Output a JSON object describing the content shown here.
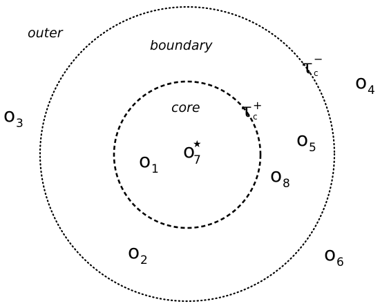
{
  "regions": {
    "outer": "outer",
    "boundary": "boundary",
    "core": "core"
  },
  "thresholds": {
    "tau_minus": {
      "symbol": "τ",
      "sub": "c",
      "sup": "−"
    },
    "tau_plus": {
      "symbol": "τ",
      "sub": "c",
      "sup": "+"
    }
  },
  "objects": [
    {
      "letter": "o",
      "index": "1"
    },
    {
      "letter": "o",
      "index": "2"
    },
    {
      "letter": "o",
      "index": "3"
    },
    {
      "letter": "o",
      "index": "4"
    },
    {
      "letter": "o",
      "index": "5"
    },
    {
      "letter": "o",
      "index": "6"
    },
    {
      "letter": "o",
      "index": "7"
    },
    {
      "letter": "o",
      "index": "8"
    }
  ],
  "center_marker": "★",
  "colors": {
    "line": "#000000",
    "background": "#ffffff"
  }
}
